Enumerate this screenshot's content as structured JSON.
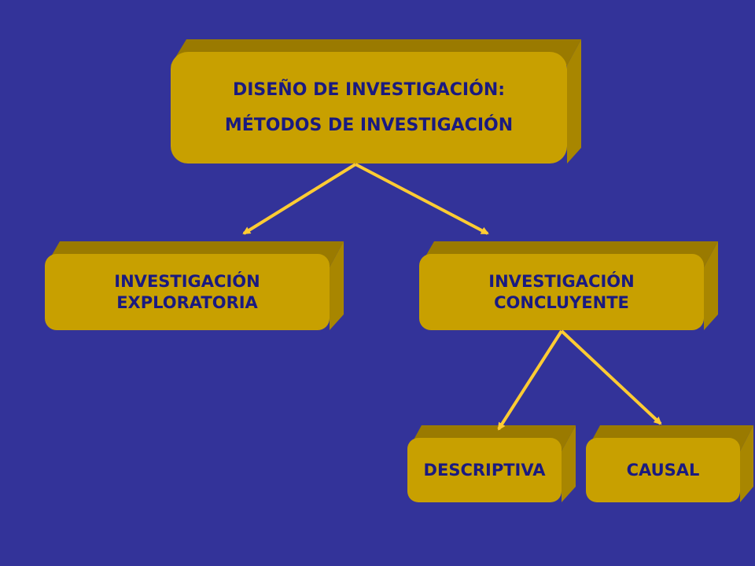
{
  "colors": {
    "background": "#333399",
    "box_face": "#c8a000",
    "box_side": "#a88600",
    "box_top": "#9a7a00",
    "text": "#1a1a80",
    "arrow": "#ffcc33"
  },
  "root": {
    "line1": "DISEÑO DE INVESTIGACIÓN:",
    "line2": "MÉTODOS DE INVESTIGACIÓN"
  },
  "exploratory": {
    "line1": "INVESTIGACIÓN",
    "line2": "EXPLORATORIA"
  },
  "conclusive": {
    "line1": "INVESTIGACIÓN",
    "line2": "CONCLUYENTE"
  },
  "descriptive": {
    "label": "DESCRIPTIVA"
  },
  "causal": {
    "label": "CAUSAL"
  },
  "edges": [
    {
      "from": "root",
      "to": "exploratory"
    },
    {
      "from": "root",
      "to": "conclusive"
    },
    {
      "from": "conclusive",
      "to": "descriptive"
    },
    {
      "from": "conclusive",
      "to": "causal"
    }
  ]
}
